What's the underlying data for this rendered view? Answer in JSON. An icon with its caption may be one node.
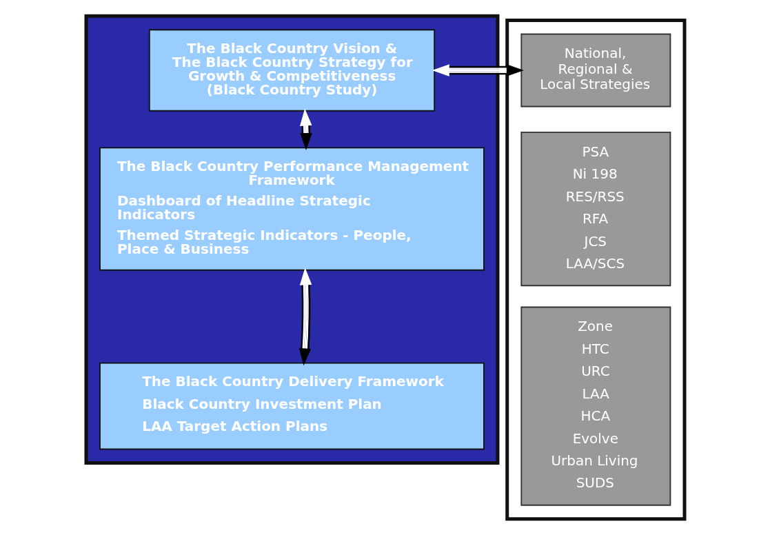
{
  "diagram": {
    "nodes": [
      {
        "text": [],
        "shape": "box"
      },
      {
        "text": [
          "The Black Country Vision & The Black Country Strategy for Growth & Competitiveness (Black Country Study)"
        ],
        "in": 0
      },
      {
        "text": [
          "The Black Country Performance Management Framework",
          "Dashboard of Headline Strategic Indicators",
          "Themed Strategic Indicators - People, Place & Business"
        ],
        "in": 0
      },
      {
        "text": [
          "The Black Country Delivery Framework",
          "Black Country Investment Plan",
          "LAA Target Action Plans"
        ],
        "in": 0
      },
      {
        "text": [],
        "shape": "box"
      },
      {
        "text": [
          "National, Regional & Local Strategies"
        ],
        "in": 4
      },
      {
        "text": [
          "PSA",
          "Ni 198",
          "RES/RSS",
          "RFA",
          "JCS",
          "LAA/SCS"
        ],
        "in": 4
      },
      {
        "text": [
          "Zone",
          "HTC",
          "URC",
          "LAA",
          "HCA",
          "Evolve",
          "Urban Living",
          "SUDS"
        ],
        "in": 4
      }
    ],
    "edges": [
      {
        "from": 1,
        "to": 5,
        "arrow": "both"
      },
      {
        "from": 1,
        "to": 2,
        "arrow": "both"
      },
      {
        "from": 2,
        "to": 3,
        "arrow": "both"
      }
    ]
  }
}
